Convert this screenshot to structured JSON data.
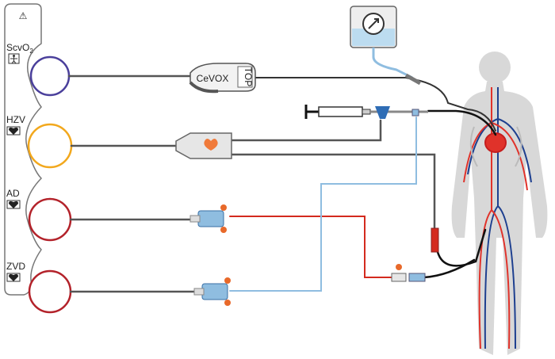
{
  "monitor": {
    "warning_symbol": "⚠",
    "channels": [
      {
        "label": "ScvO",
        "subscript": "2",
        "icon": "person-icon",
        "color": "#4a3f9b"
      },
      {
        "label": "HZV",
        "icon": "heart-icon",
        "color": "#f2a81d"
      },
      {
        "label": "AD",
        "icon": "heart-icon",
        "color": "#b3222a"
      },
      {
        "label": "ZVD",
        "icon": "heart-icon",
        "color": "#b3222a"
      }
    ]
  },
  "devices": {
    "cevox_label": "CeVOX",
    "top_label": "TOP"
  },
  "colors": {
    "arterial_line": "#d42a1e",
    "venous_line": "#8fbde0",
    "cable": "#555555",
    "artery": "#e0322a",
    "vein": "#1d3f8f",
    "body": "#d8d8d8"
  }
}
